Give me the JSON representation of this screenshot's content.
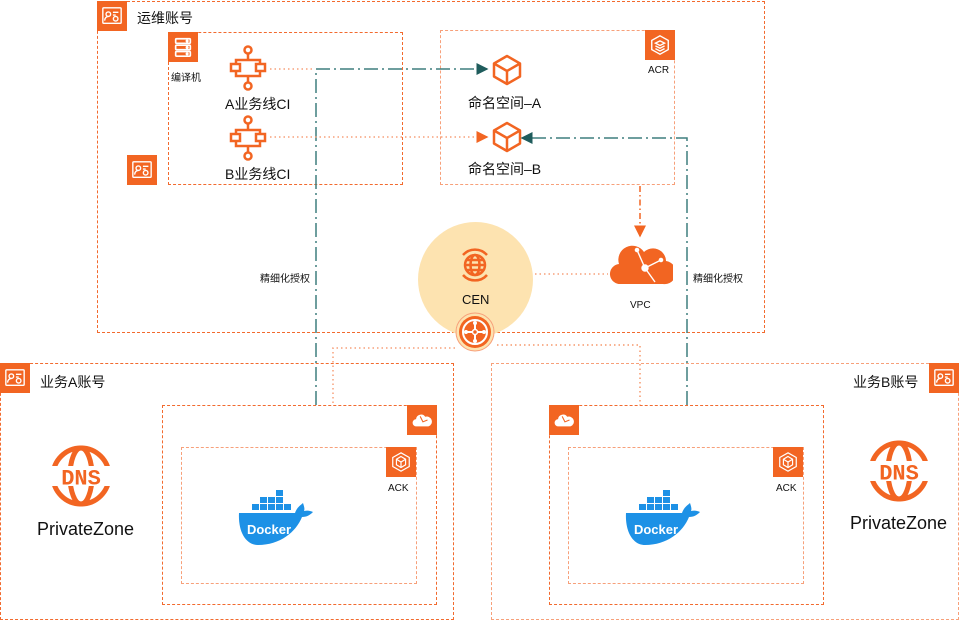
{
  "ops_account": {
    "title": "运维账号",
    "compiler": {
      "label": "编译机",
      "pipelines": [
        {
          "label": "A业务线CI"
        },
        {
          "label": "B业务线CI"
        }
      ]
    },
    "acr": {
      "label": "ACR",
      "namespaces": [
        {
          "label": "命名空间–A"
        },
        {
          "label": "命名空间–B"
        }
      ]
    },
    "cen": {
      "label": "CEN"
    },
    "vpc": {
      "label": "VPC"
    }
  },
  "connections": {
    "auth_left_label": "精细化授权",
    "auth_right_label": "精细化授权"
  },
  "business_a": {
    "title": "业务A账号",
    "dns": {
      "label": "PrivateZone",
      "glyph": "DNS"
    },
    "ack": {
      "label": "ACK"
    },
    "docker": {
      "label": "Docker"
    }
  },
  "business_b": {
    "title": "业务B账号",
    "dns": {
      "label": "PrivateZone",
      "glyph": "DNS"
    },
    "ack": {
      "label": "ACK"
    },
    "docker": {
      "label": "Docker"
    }
  },
  "colors": {
    "brand_orange": "#f26522",
    "dash_teal": "#3f7f7f",
    "cen_circle": "#fde3b0",
    "docker_blue": "#1d91e6"
  }
}
